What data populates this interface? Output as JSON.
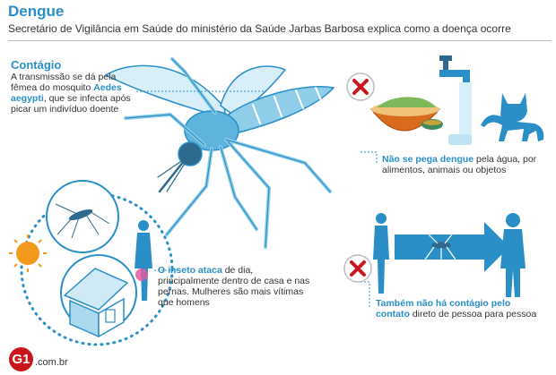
{
  "header": {
    "title": "Dengue",
    "subtitle": "Secretário de Vigilância em Saúde do ministério da Saúde Jarbas Barbosa explica como a doença ocorre"
  },
  "contagio": {
    "title": "Contágio",
    "text_before": "A transmissão se dá pela fêmea do mosquito ",
    "highlight": "Aedes aegypti",
    "text_after": ", que se infecta após picar um indivíduo doente"
  },
  "nao_pega": {
    "highlight": "Não se pega dengue",
    "text": " pela água, por alimentos, animais ou objetos"
  },
  "inseto": {
    "highlight": "O inseto ataca",
    "text": " de dia, principalmente dentro de casa e nas pernas. Mulheres são mais vítimas que homens"
  },
  "contato": {
    "highlight": "Também não há contágio pelo contato",
    "text": " direto de pessoa para pessoa"
  },
  "footer": {
    "logo_letter": "G1",
    "domain": ".com.br"
  },
  "colors": {
    "accent_blue": "#2a8fc7",
    "light_blue": "#bfe3f5",
    "deny_red": "#c9161c",
    "sun_orange": "#f39a1c",
    "bite_pink": "#e35ba0"
  }
}
